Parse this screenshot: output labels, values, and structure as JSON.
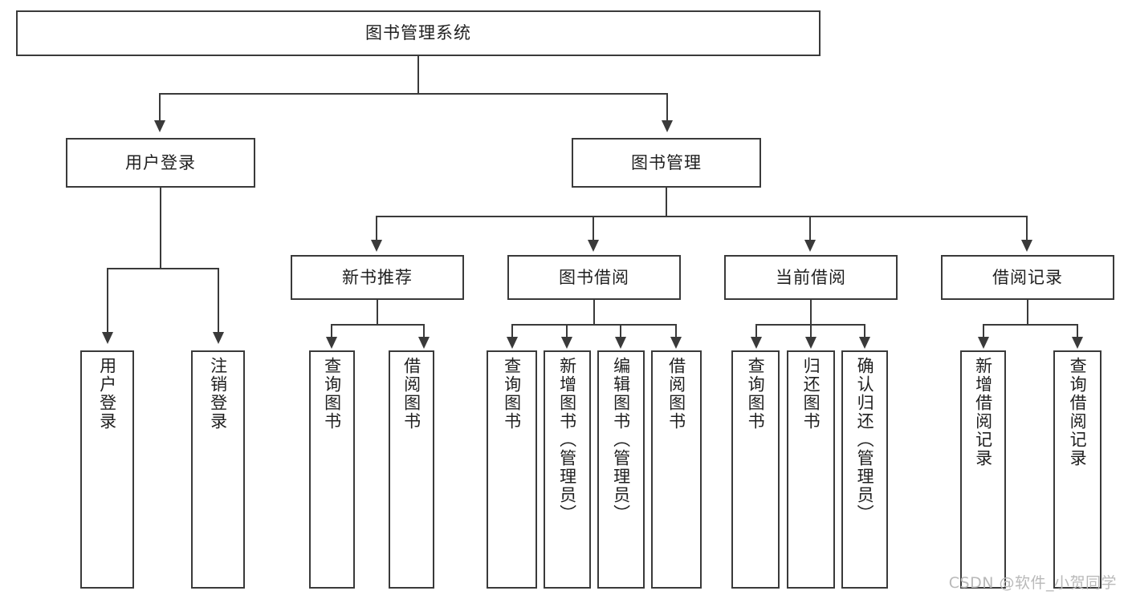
{
  "diagram": {
    "title": "图书管理系统",
    "root": {
      "label": "图书管理系统"
    },
    "level2": [
      {
        "label": "用户登录"
      },
      {
        "label": "图书管理"
      }
    ],
    "level3": [
      {
        "label": "新书推荐"
      },
      {
        "label": "图书借阅"
      },
      {
        "label": "当前借阅"
      },
      {
        "label": "借阅记录"
      }
    ],
    "leaves": {
      "user_login": [
        {
          "label": "用户登录"
        },
        {
          "label": "注销登录"
        }
      ],
      "new_book": [
        {
          "label": "查询图书"
        },
        {
          "label": "借阅图书"
        }
      ],
      "book_borrow": [
        {
          "label": "查询图书"
        },
        {
          "label": "新增图书（管理员）"
        },
        {
          "label": "编辑图书（管理员）"
        },
        {
          "label": "借阅图书"
        }
      ],
      "current_borrow": [
        {
          "label": "查询图书"
        },
        {
          "label": "归还图书"
        },
        {
          "label": "确认归还（管理员）"
        }
      ],
      "borrow_record": [
        {
          "label": "新增借阅记录"
        },
        {
          "label": "查询借阅记录"
        }
      ]
    }
  },
  "watermark": {
    "text": "CSDN @软件_小贺同学"
  },
  "colors": {
    "border": "#3a3a3a",
    "background": "#ffffff",
    "text": "#1f1f1f",
    "watermark": "#b9b9b9"
  }
}
